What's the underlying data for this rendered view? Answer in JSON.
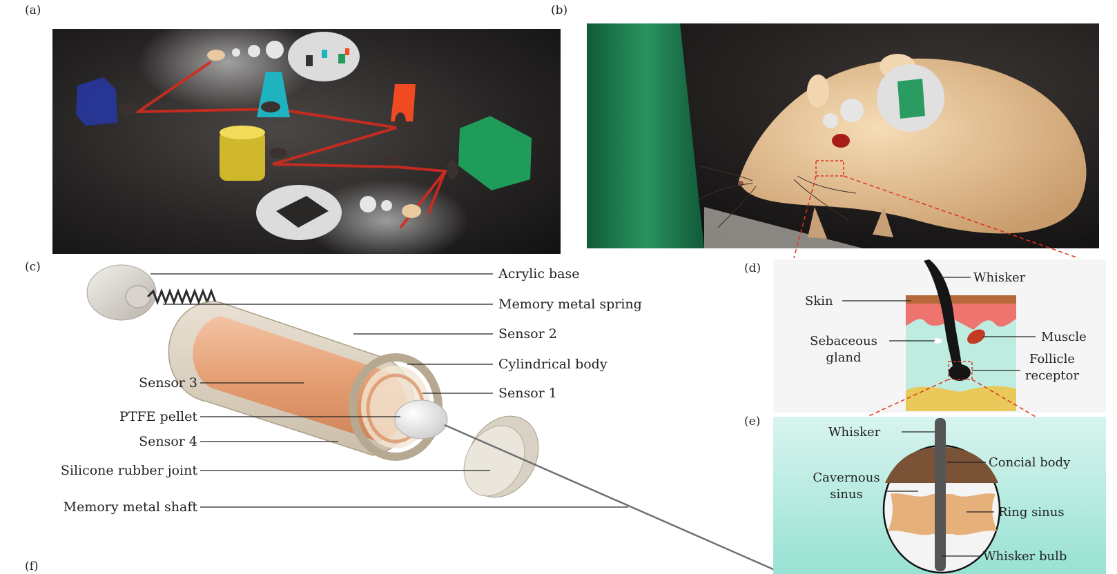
{
  "panels": {
    "a": "(a)",
    "b": "(b)",
    "c": "(c)",
    "d": "(d)",
    "e": "(e)",
    "f": "(f)"
  },
  "sensor_parts": {
    "acrylic_base": "Acrylic base",
    "memory_metal_spring": "Memory metal spring",
    "sensor_2": "Sensor 2",
    "cylindrical_body": "Cylindrical body",
    "sensor_3": "Sensor 3",
    "sensor_1": "Sensor 1",
    "ptfe_pellet": "PTFE pellet",
    "sensor_4": "Sensor 4",
    "silicone_rubber_joint": "Silicone rubber joint",
    "memory_metal_shaft": "Memory metal shaft"
  },
  "follicle": {
    "whisker": "Whisker",
    "skin": "Skin",
    "muscle": "Muscle",
    "sebaceous_line1": "Sebaceous",
    "sebaceous_line2": "gland",
    "follicle_line1": "Follicle",
    "follicle_line2": "receptor"
  },
  "sinus": {
    "whisker": "Whisker",
    "concial_body": "Concial body",
    "cavernous_line1": "Cavernous",
    "cavernous_line2": "sinus",
    "ring_sinus": "Ring sinus",
    "whisker_bulb": "Whisker bulb"
  },
  "colors": {
    "arena_bg": "#1e1c1b",
    "maze_path": "#d42a1e",
    "blue_block": "#27369e",
    "cyan_cone": "#1fb3c0",
    "orange_block": "#ef4a22",
    "yellow_cylinder": "#e0c52a",
    "green_hexagon": "#1f9c5a",
    "wall_green": "#1d7a4f",
    "rat_fur": "#ecc89a",
    "copper_sensor": "#e59f74",
    "skin_band": "#b66a3a",
    "dermis_pink": "#ee7470",
    "follicle_fluid": "#bfece0",
    "fat_yellow": "#e9c95a",
    "conical_brown": "#7a5236",
    "ring_tan": "#e6b07a",
    "callout_red": "#e0301e"
  }
}
